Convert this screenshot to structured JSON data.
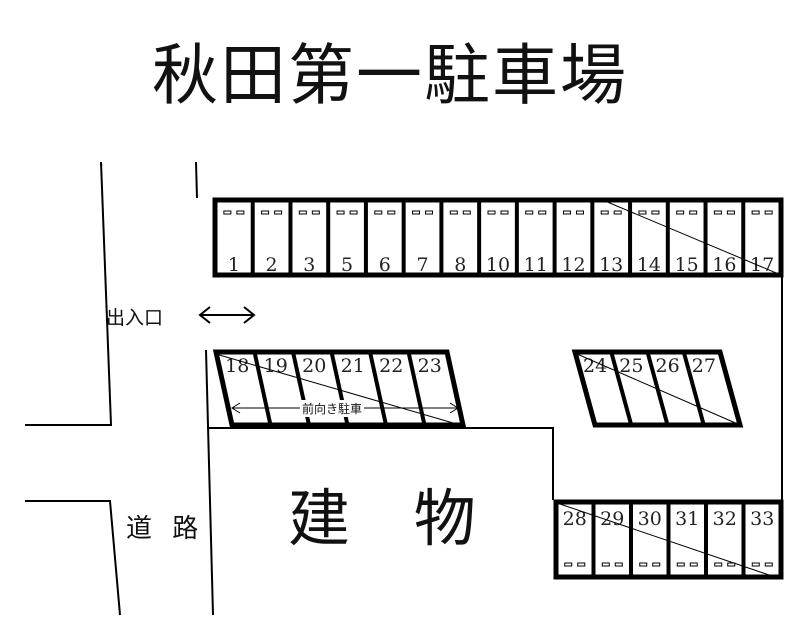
{
  "title": "秋田第一駐車場",
  "labels": {
    "entrance": "出入口",
    "road": "道 路",
    "building": "建 物",
    "front_parking": "前向き駐車"
  },
  "icons": {
    "entrance_arrow": "double-arrow-icon",
    "front_parking_arrow": "double-arrow-icon"
  },
  "rows": {
    "top": [
      "1",
      "2",
      "3",
      "5",
      "6",
      "7",
      "8",
      "10",
      "11",
      "12",
      "13",
      "14",
      "15",
      "16",
      "17"
    ],
    "middle_left": [
      "18",
      "19",
      "20",
      "21",
      "22",
      "23"
    ],
    "middle_right": [
      "24",
      "25",
      "26",
      "27"
    ],
    "bottom": [
      "28",
      "29",
      "30",
      "31",
      "32",
      "33"
    ]
  },
  "colors": {
    "line": "#000000",
    "background": "#ffffff"
  }
}
